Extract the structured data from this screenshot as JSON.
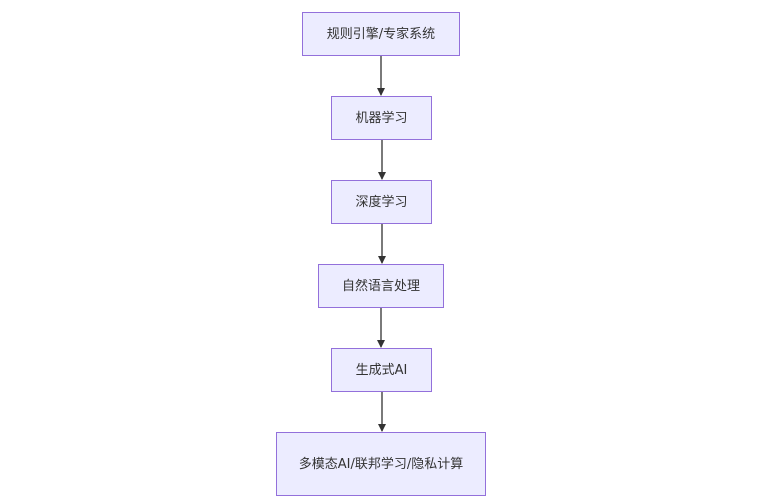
{
  "colors": {
    "node_fill": "#ECECFF",
    "node_border": "#9370DB",
    "edge": "#333333",
    "text": "#333333"
  },
  "nodes": [
    {
      "id": "n1",
      "label": "规则引擎/专家系统"
    },
    {
      "id": "n2",
      "label": "机器学习"
    },
    {
      "id": "n3",
      "label": "深度学习"
    },
    {
      "id": "n4",
      "label": "自然语言处理"
    },
    {
      "id": "n5",
      "label": "生成式AI"
    },
    {
      "id": "n6",
      "label": "多模态AI/联邦学习/隐私计算"
    }
  ],
  "edges": [
    {
      "from": "n1",
      "to": "n2"
    },
    {
      "from": "n2",
      "to": "n3"
    },
    {
      "from": "n3",
      "to": "n4"
    },
    {
      "from": "n4",
      "to": "n5"
    },
    {
      "from": "n5",
      "to": "n6"
    }
  ]
}
